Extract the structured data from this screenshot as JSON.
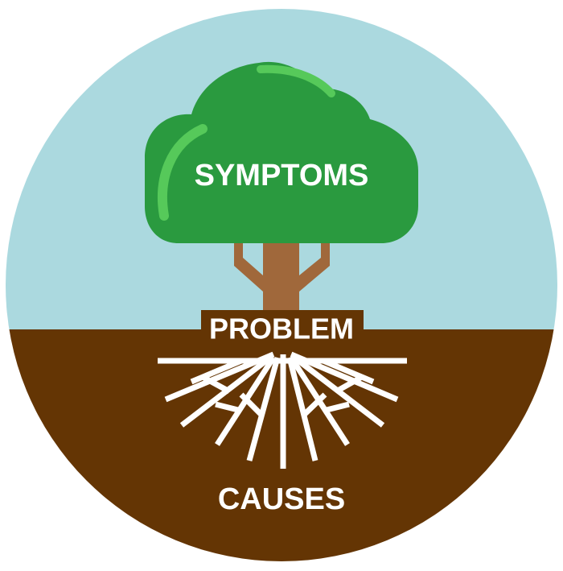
{
  "diagram": {
    "crown_label": "SYMPTOMS",
    "trunk_label": "PROBLEM",
    "roots_label": "CAUSES"
  },
  "colors": {
    "sky": "#abd9df",
    "soil": "#643504",
    "crown": "#2a9a3f",
    "crown_highlight": "#56c95a",
    "trunk": "#a0683b",
    "roots": "#ffffff",
    "label_text": "#ffffff",
    "label_plate": "#643504"
  }
}
